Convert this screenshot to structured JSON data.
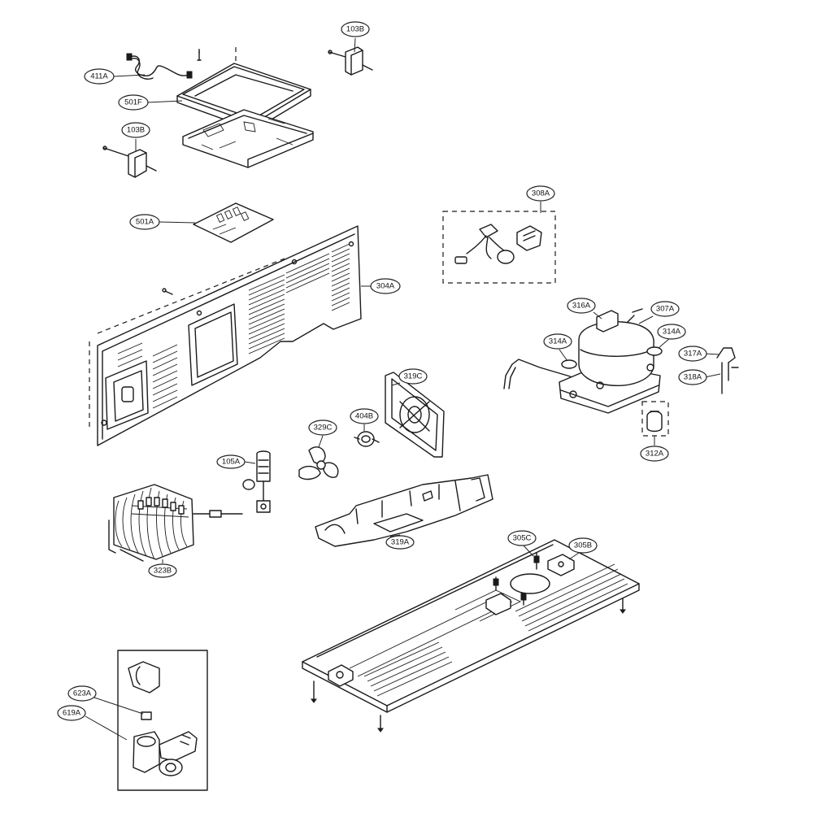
{
  "callouts": {
    "c411A": "411A",
    "c501F": "501F",
    "c103B_top": "103B",
    "c103B_left": "103B",
    "c501A": "501A",
    "c304A": "304A",
    "c308A": "308A",
    "c316A": "316A",
    "c307A": "307A",
    "c314A_left": "314A",
    "c314A_right": "314A",
    "c317A": "317A",
    "c318A": "318A",
    "c312A": "312A",
    "c319C": "319C",
    "c404B": "404B",
    "c329C": "329C",
    "c105A": "105A",
    "c323B": "323B",
    "c319A": "319A",
    "c305C": "305C",
    "c305B": "305B",
    "c623A": "623A",
    "c619A": "619A"
  }
}
